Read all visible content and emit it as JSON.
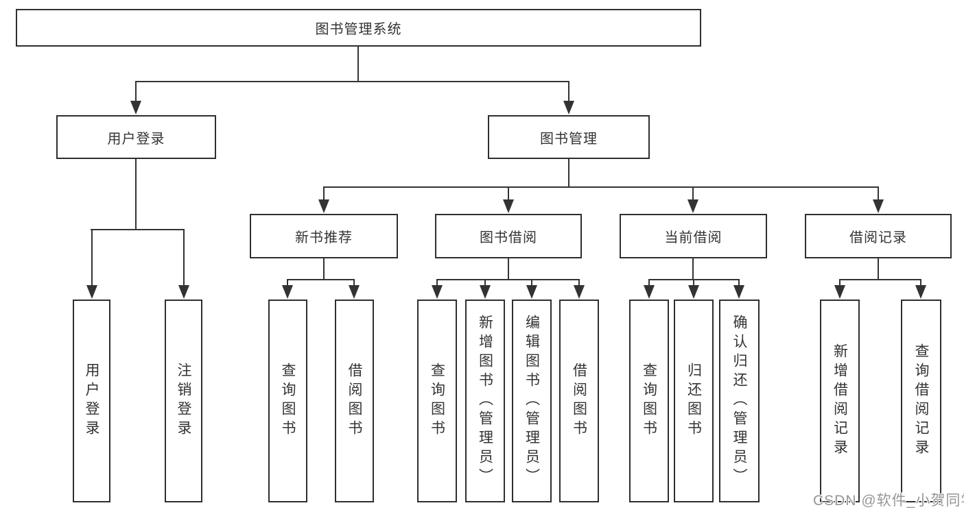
{
  "diagram": {
    "watermark": "CSDN @软件_小贺同学",
    "colors": {
      "background": "#ffffff",
      "box_border": "#2e2e2e",
      "line": "#333333",
      "text": "#333333",
      "watermark_text": "#969696"
    },
    "nodes": {
      "root": "图书管理系统",
      "user_login": "用户登录",
      "book_mgmt": "图书管理",
      "new_book_rec": "新书推荐",
      "book_borrow": "图书借阅",
      "current_borrow": "当前借阅",
      "borrow_records": "借阅记录",
      "leaf_user_login": "用户登录",
      "leaf_logout": "注销登录",
      "leaf_query_book_1": "查询图书",
      "leaf_borrow_book_1": "借阅图书",
      "leaf_query_book_2": "查询图书",
      "leaf_add_book": "新增图书（管理员）",
      "leaf_edit_book": "编辑图书（管理员）",
      "leaf_borrow_book_2": "借阅图书",
      "leaf_query_book_3": "查询图书",
      "leaf_return_book": "归还图书",
      "leaf_confirm_return": "确认归还（管理员）",
      "leaf_add_record": "新增借阅记录",
      "leaf_query_record": "查询借阅记录"
    }
  }
}
